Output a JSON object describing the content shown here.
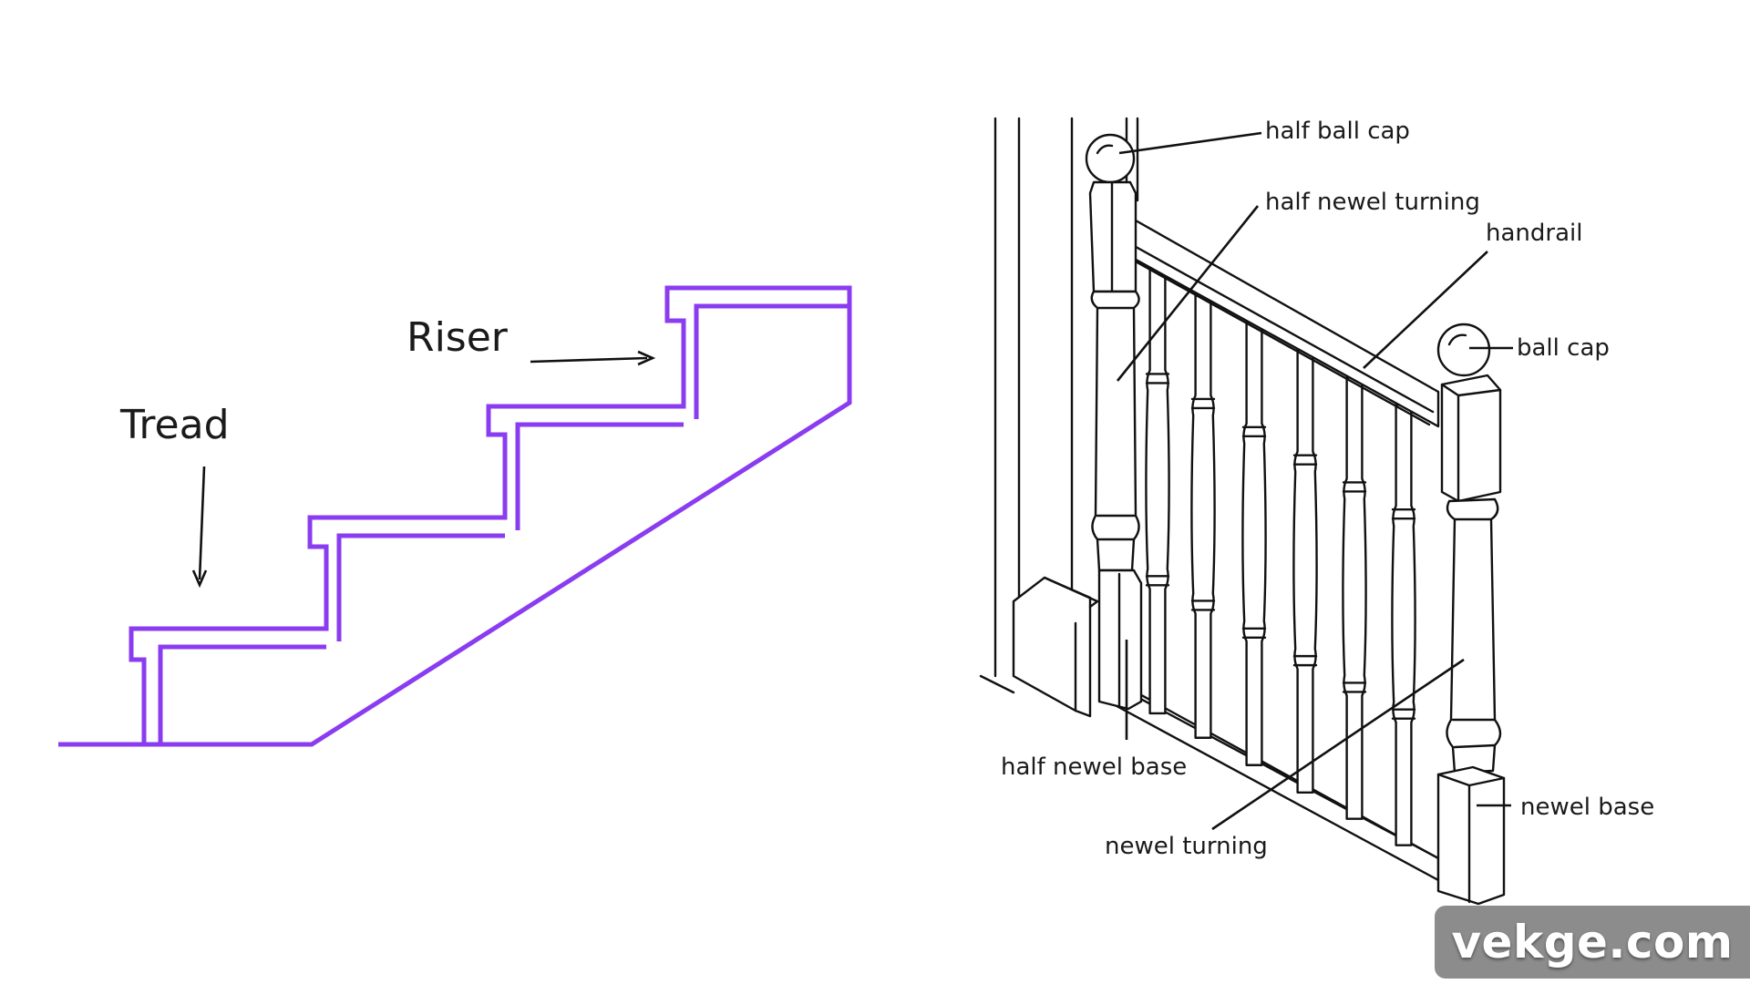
{
  "stair_diagram": {
    "accent_color": "#8a3cf0",
    "labels": {
      "tread": "Tread",
      "riser": "Riser"
    }
  },
  "railing_diagram": {
    "labels": {
      "half_ball_cap": "half ball cap",
      "half_newel_turning": "half newel turning",
      "handrail": "handrail",
      "ball_cap": "ball cap",
      "half_newel_base": "half newel base",
      "newel_turning": "newel turning",
      "newel_base": "newel base"
    }
  },
  "watermark": {
    "text": "vekge.com"
  }
}
